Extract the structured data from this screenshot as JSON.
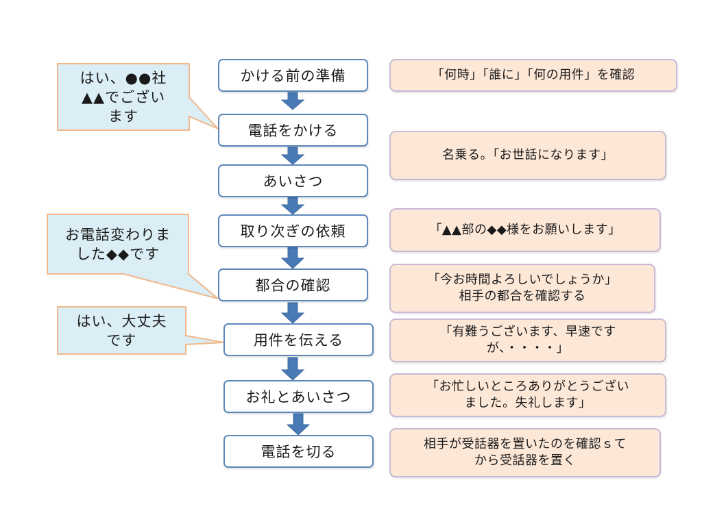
{
  "steps": [
    "かける前の準備",
    "電話をかける",
    "あいさつ",
    "取り次ぎの依頼",
    "都合の確認",
    "用件を伝える",
    "お礼とあいさつ",
    "電話を切る"
  ],
  "notes": [
    "「何時」「誰に」「何の用件」を確認",
    "名乗る。「お世話になります」",
    "「▲▲部の◆◆様をお願いします」",
    "「今お時間よろしいでしょうか」\n相手の都合を確認する",
    "「有難うございます、早速です\nが、・・・・」",
    "「お忙しいところありがとうござい\nました。失礼します」",
    "相手が受話器を置いたのを確認ｓて\nから受話器を置く"
  ],
  "callouts": [
    "はい、●●社\n▲▲でござい\nます",
    "お電話変わりま\nした◆◆です",
    "はい、大丈夫\nです"
  ],
  "colors": {
    "step_border": "#5b87bb",
    "arrow": "#4a7ab5",
    "note_fill": "#fde8d8",
    "note_border": "#c9b8d6",
    "callout_fill": "#dbeef5",
    "callout_border": "#f2b88a"
  }
}
